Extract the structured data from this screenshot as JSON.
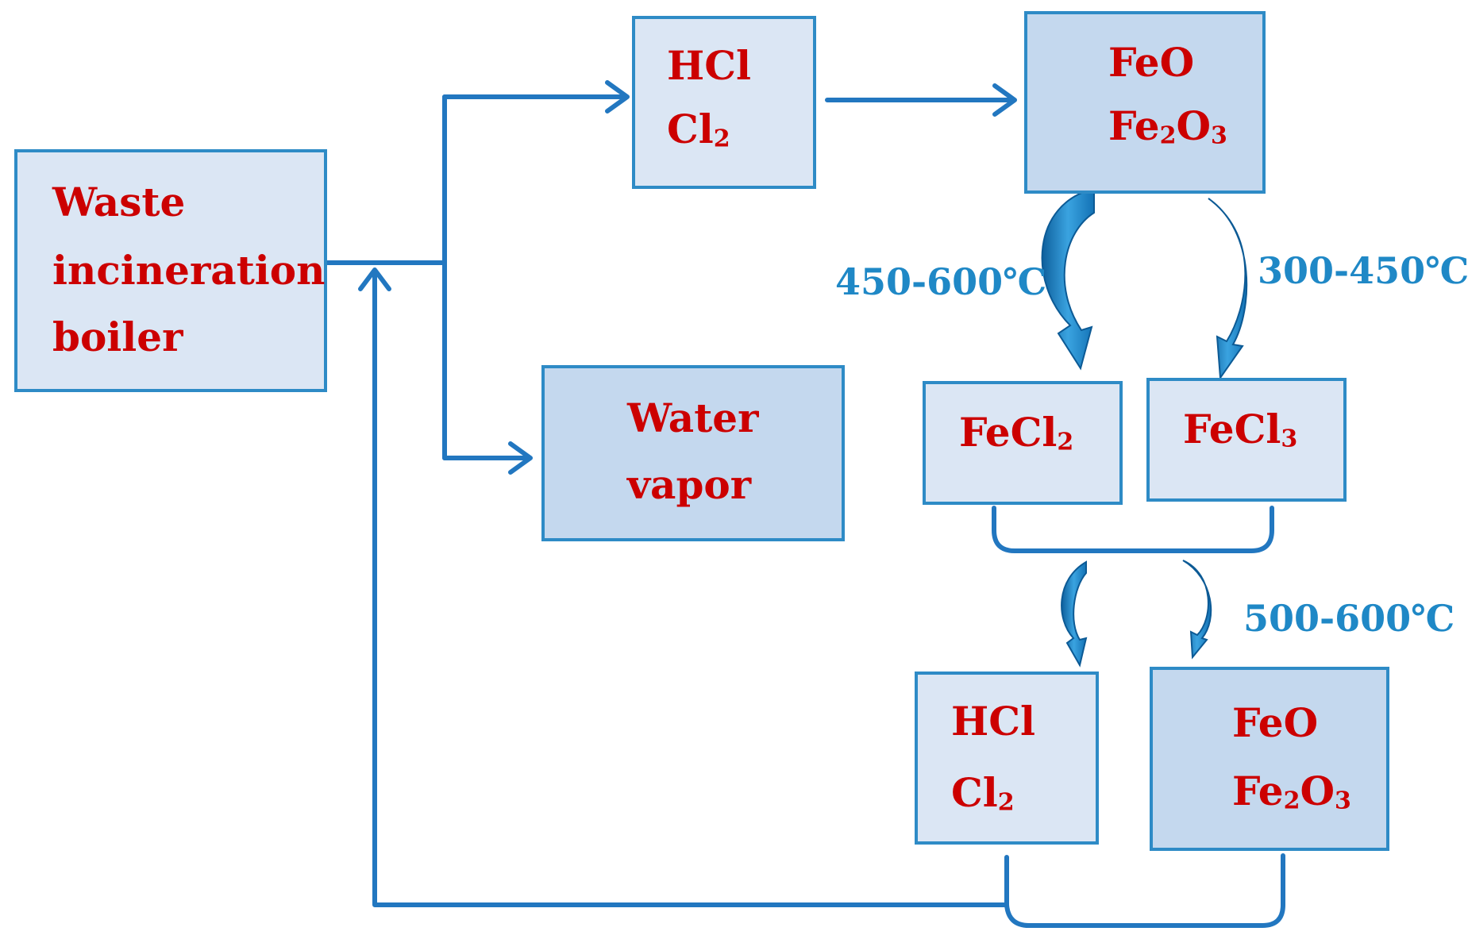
{
  "boiler": {
    "line1": "Waste",
    "line2": "incineration",
    "line3": "boiler"
  },
  "gas_top": {
    "line1": "HCl",
    "line2_base": "Cl",
    "line2_sub": "2"
  },
  "oxides_top": {
    "line1": "FeO",
    "line2_a": "Fe",
    "line2_sub_a": "2",
    "line2_b": "O",
    "line2_sub_b": "3"
  },
  "water": {
    "line1": "Water",
    "line2": "vapor"
  },
  "fecl2": {
    "base": "FeCl",
    "sub": "2"
  },
  "fecl3": {
    "base": "FeCl",
    "sub": "3"
  },
  "gas_bottom": {
    "line1": "HCl",
    "line2_base": "Cl",
    "line2_sub": "2"
  },
  "oxides_bottom": {
    "line1": "FeO",
    "line2_a": "Fe",
    "line2_sub_a": "2",
    "line2_b": "O",
    "line2_sub_b": "3"
  },
  "temps": {
    "left": "450-600℃",
    "right": "300-450℃",
    "lower": "500-600℃"
  },
  "colors": {
    "wire": "#2277c0",
    "box_border": "#2e8bc6",
    "box_fill_light": "#dbe6f4",
    "box_fill_mid": "#c4d8ee",
    "label_text": "#cc0000",
    "temperature_text": "#1f88c6",
    "curved_arrow_fill": "#2a8fd0"
  }
}
